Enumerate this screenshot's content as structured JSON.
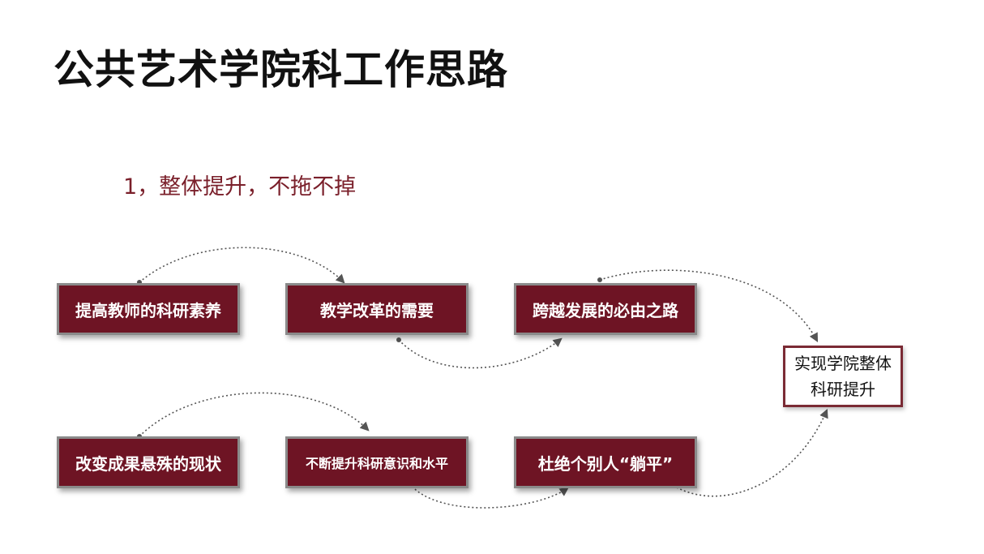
{
  "slide": {
    "title": "公共艺术学院科工作思路",
    "subtitle": "1，整体提升，不拖不掉"
  },
  "diagram": {
    "nodes": [
      {
        "id": "n1",
        "label": "提高教师的科研素养"
      },
      {
        "id": "n2",
        "label": "教学改革的需要"
      },
      {
        "id": "n3",
        "label": "跨越发展的必由之路"
      },
      {
        "id": "n4",
        "label": "改变成果悬殊的现状"
      },
      {
        "id": "n5",
        "label": "不断提升科研意识和水平"
      },
      {
        "id": "n6",
        "label": "杜绝个别人“躺平”"
      }
    ],
    "goal": {
      "id": "goal",
      "label": "实现学院整体科研提升"
    },
    "edges": [
      [
        "n1",
        "n2"
      ],
      [
        "n2",
        "n3"
      ],
      [
        "n3",
        "goal"
      ],
      [
        "n4",
        "n5"
      ],
      [
        "n5",
        "n6"
      ],
      [
        "n6",
        "goal"
      ]
    ]
  },
  "colors": {
    "box_fill": "#6e1424",
    "box_border": "#8a8a8a",
    "goal_border": "#7a2a34",
    "subtitle": "#7a1f2a",
    "connector": "#555555"
  }
}
